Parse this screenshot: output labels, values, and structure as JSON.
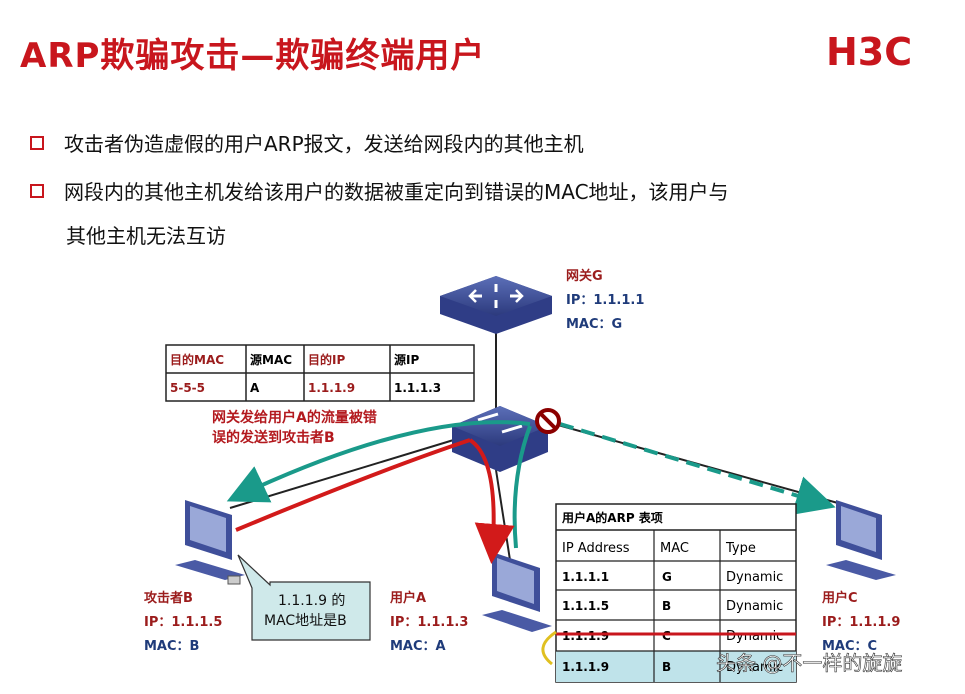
{
  "header": {
    "title": "ARP欺骗攻击—欺骗终端用户",
    "logo": "H3C"
  },
  "bullets": [
    "攻击者伪造虚假的用户ARP报文，发送给网段内的其他主机",
    "网段内的其他主机发给该用户的数据被重定向到错误的MAC地址，该用户与",
    "其他主机无法互访"
  ],
  "gateway": {
    "name": "网关G",
    "ip": "IP：1.1.1.1",
    "mac": "MAC：G"
  },
  "attacker": {
    "name": "攻击者B",
    "ip": "IP：1.1.1.5",
    "mac": "MAC：B"
  },
  "user_a": {
    "name": "用户A",
    "ip": "IP：1.1.1.3",
    "mac": "MAC：A"
  },
  "user_c": {
    "name": "用户C",
    "ip": "IP：1.1.1.9",
    "mac": "MAC：C"
  },
  "packet_table": {
    "headers": [
      "目的MAC",
      "源MAC",
      "目的IP",
      "源IP"
    ],
    "row": [
      "5-5-5",
      "A",
      "1.1.1.9",
      "1.1.1.3"
    ]
  },
  "note": [
    "网关发给用户A的流量被错",
    "误的发送到攻击者B"
  ],
  "callout": [
    "1.1.1.9 的",
    "MAC地址是B"
  ],
  "arp_table": {
    "title": "用户A的ARP 表项",
    "headers": [
      "IP Address",
      "MAC",
      "Type"
    ],
    "rows": [
      [
        "1.1.1.1",
        "G",
        "Dynamic"
      ],
      [
        "1.1.1.5",
        "B",
        "Dynamic"
      ],
      [
        "1.1.1.9",
        "C",
        "Dynamic"
      ],
      [
        "1.1.1.9",
        "B",
        "Dynamic"
      ]
    ]
  },
  "watermark": "头条 @不一样的旋旋",
  "colors": {
    "brand": "#c8161d",
    "teal": "#1a9a8a",
    "red_arrow": "#d21a1a",
    "device": "#3f4f9a",
    "highlight_row": "#bfe3ea"
  }
}
